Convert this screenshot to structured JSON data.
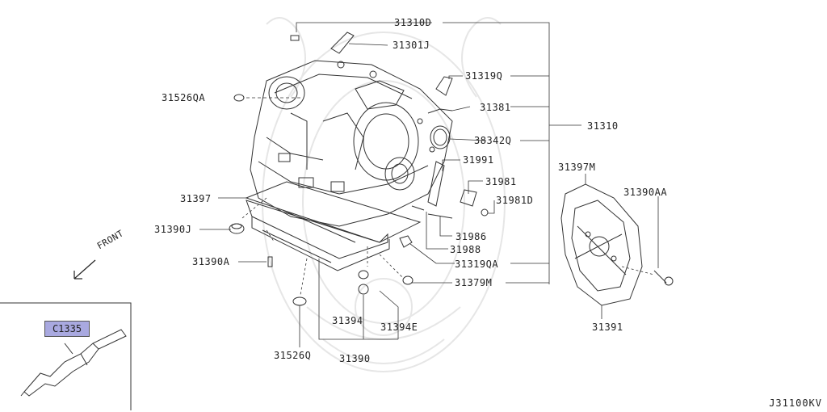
{
  "diagram": {
    "labels": {
      "p31310D": "31310D",
      "p31301J": "31301J",
      "p31319Q": "31319Q",
      "p31381": "31381",
      "p31310": "31310",
      "p38342Q": "38342Q",
      "p31526QA": "31526QA",
      "p31991": "31991",
      "p31981": "31981",
      "p31981D": "31981D",
      "p31397M": "31397M",
      "p31390AA": "31390AA",
      "p31397": "31397",
      "p31390J": "31390J",
      "p31986": "31986",
      "p31988": "31988",
      "p31390A": "31390A",
      "p31319QA": "31319QA",
      "p31379M": "31379M",
      "p31391": "31391",
      "p31394": "31394",
      "p31394E": "31394E",
      "p31526Q": "31526Q",
      "p31390": "31390"
    },
    "front_label": "FRONT",
    "inset_badge": "C1335",
    "drawing_code": "J31100KV"
  }
}
